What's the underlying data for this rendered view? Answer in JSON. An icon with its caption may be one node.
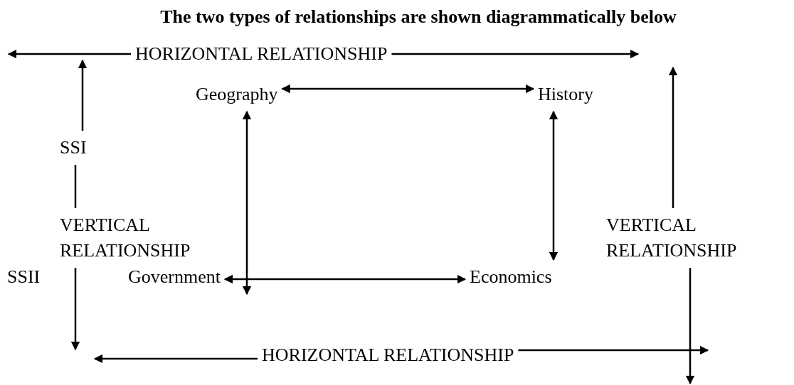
{
  "diagram": {
    "title": "The two types of relationships are shown diagrammatically below",
    "nodes": [
      {
        "text": [
          "HORIZONTAL RELATIONSHIP"
        ]
      },
      {
        "text": [
          "Geography"
        ]
      },
      {
        "text": [
          "History"
        ]
      },
      {
        "text": [
          "SSI"
        ]
      },
      {
        "text": [
          "VERTICAL RELATIONSHIP"
        ]
      },
      {
        "text": [
          "SSII"
        ]
      },
      {
        "text": [
          "Government"
        ]
      },
      {
        "text": [
          "Economics"
        ]
      },
      {
        "text": [
          "VERTICAL RELATIONSHIP"
        ]
      },
      {
        "text": [
          "HORIZONTAL RELATIONSHIP"
        ]
      }
    ],
    "edges": [
      {
        "from": 0,
        "to": null,
        "arrow": "to"
      },
      {
        "from": 0,
        "to": null,
        "arrow": "to"
      },
      {
        "from": 1,
        "to": 2,
        "arrow": "both"
      },
      {
        "from": 1,
        "to": 6,
        "arrow": "both"
      },
      {
        "from": 2,
        "to": 7,
        "arrow": "both"
      },
      {
        "from": 6,
        "to": 7,
        "arrow": "both"
      },
      {
        "from": 3,
        "to": null,
        "arrow": "to"
      },
      {
        "from": 3,
        "to": 4,
        "arrow": "none"
      },
      {
        "from": 4,
        "to": null,
        "arrow": "to"
      },
      {
        "from": 9,
        "to": null,
        "arrow": "to"
      },
      {
        "from": 9,
        "to": null,
        "arrow": "to"
      },
      {
        "from": 8,
        "to": null,
        "arrow": "to"
      },
      {
        "from": 8,
        "to": null,
        "arrow": "to"
      }
    ]
  }
}
